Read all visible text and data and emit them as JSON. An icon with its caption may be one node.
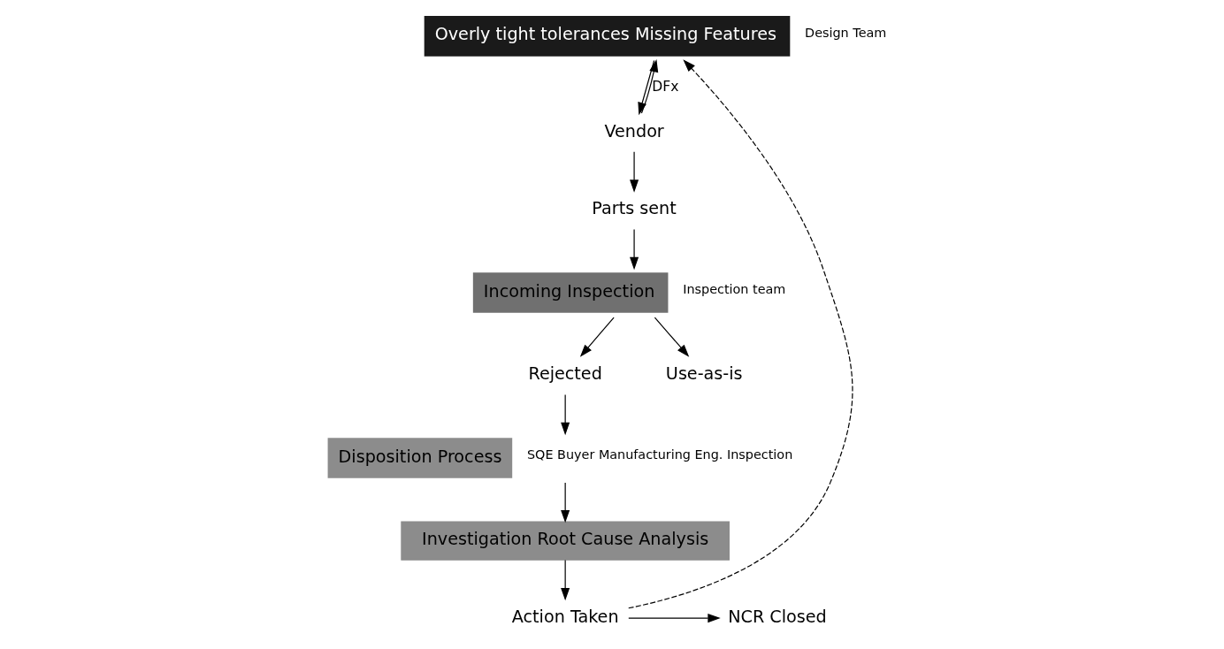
{
  "diagram": {
    "nodes": [
      {
        "text": [
          "Overly tight tolerances Missing Features"
        ],
        "beside": [
          "Design Team"
        ]
      },
      {
        "text": [
          "Vendor"
        ]
      },
      {
        "text": [
          "Parts sent"
        ]
      },
      {
        "text": [
          "Incoming Inspection"
        ],
        "beside": [
          "Inspection team"
        ]
      },
      {
        "text": [
          "Rejected"
        ]
      },
      {
        "text": [
          "Use-as-is"
        ]
      },
      {
        "text": [
          "Disposition Process"
        ],
        "beside": [
          "SQE Buyer Manufacturing Eng. Inspection"
        ]
      },
      {
        "text": [
          "Investigation Root Cause Analysis"
        ]
      },
      {
        "text": [
          "Action Taken"
        ]
      },
      {
        "text": [
          "NCR Closed"
        ]
      }
    ],
    "edges": [
      {
        "from": 0,
        "to": 1,
        "arrow": "to"
      },
      {
        "from": 1,
        "to": 0,
        "arrow": "to",
        "label": "DFx"
      },
      {
        "from": 1,
        "to": 2,
        "arrow": "to"
      },
      {
        "from": 2,
        "to": 3,
        "arrow": "to"
      },
      {
        "from": 3,
        "to": 4,
        "arrow": "to"
      },
      {
        "from": 3,
        "to": 5,
        "arrow": "to"
      },
      {
        "from": 4,
        "to": 6,
        "arrow": "to"
      },
      {
        "from": 6,
        "to": 7,
        "arrow": "to"
      },
      {
        "from": 7,
        "to": 8,
        "arrow": "to"
      },
      {
        "from": 8,
        "to": 9,
        "arrow": "to"
      },
      {
        "from": 8,
        "to": 0,
        "arrow": "to",
        "style": "dashed"
      }
    ]
  }
}
